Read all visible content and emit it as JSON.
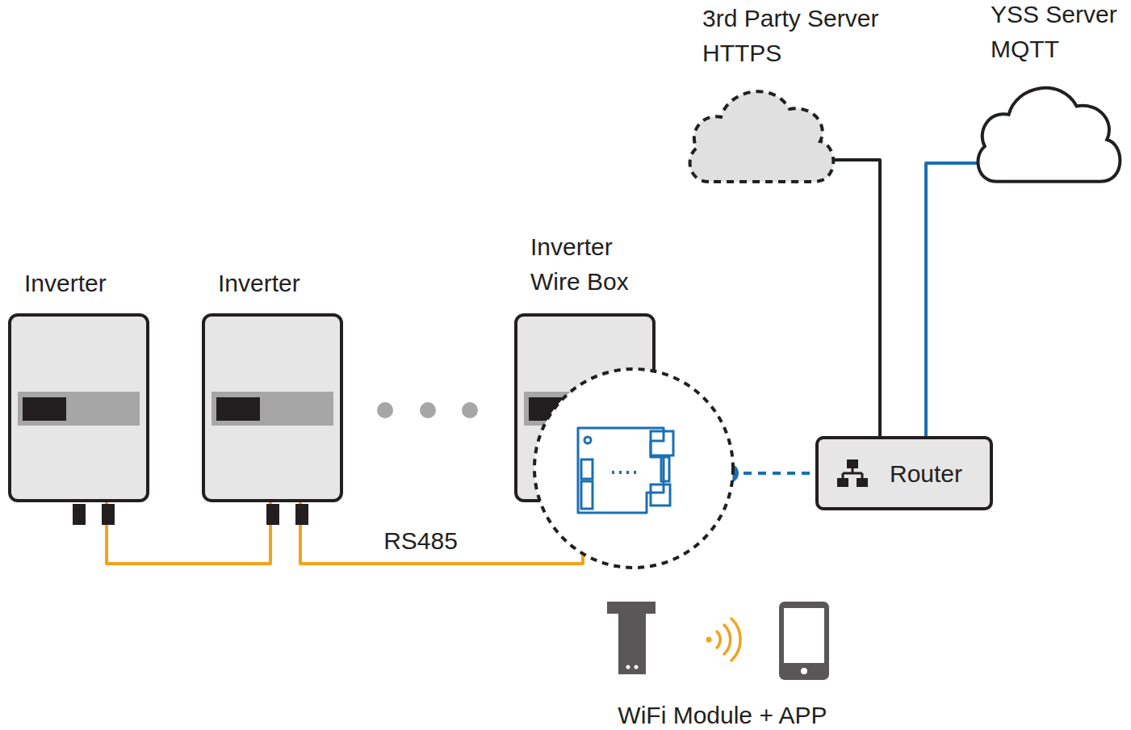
{
  "diagram": {
    "nodes": [
      {
        "text": [
          "Inverter"
        ]
      },
      {
        "text": [
          "Inverter"
        ]
      },
      {
        "text": [
          "Inverter Wire Box"
        ]
      },
      {
        "text": [
          "3rd Party Server HTTPS"
        ]
      },
      {
        "text": [
          "YSS Server MQTT"
        ]
      },
      {
        "text": [
          "Router"
        ]
      }
    ],
    "edges": [
      {
        "from": 0,
        "to": 1,
        "arrow": "none"
      },
      {
        "from": 1,
        "to": 2,
        "label": "RS485",
        "arrow": "none"
      },
      {
        "from": 2,
        "to": 5,
        "arrow": "none"
      },
      {
        "from": 5,
        "to": 3,
        "arrow": "none"
      },
      {
        "from": 5,
        "to": 4,
        "arrow": "none"
      }
    ],
    "labels": [
      "WiFi Module + APP"
    ]
  }
}
